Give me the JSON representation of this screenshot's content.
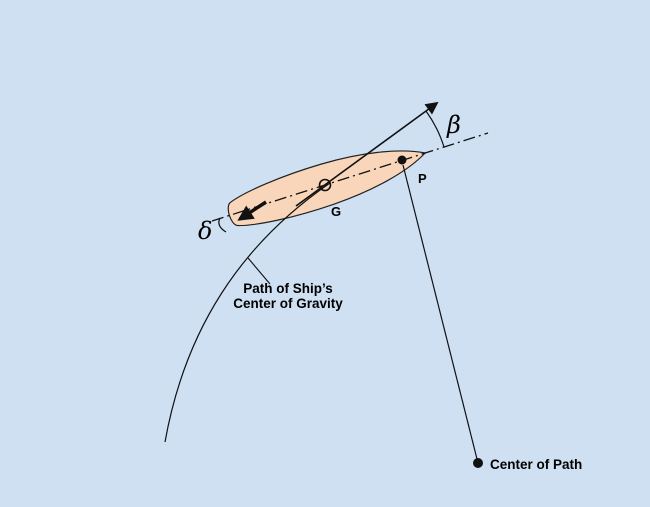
{
  "diagram": {
    "title": "Ship turning geometry diagram",
    "labels": {
      "beta": "β",
      "delta": "δ",
      "gravity": "G",
      "pivot": "P",
      "path_line1": "Path of Ship’s",
      "path_line2": "Center of Gravity",
      "center_of_path": "Center of Path"
    },
    "colors": {
      "background": "#cfe0f3",
      "hull_fill": "#f9d6b9",
      "line": "#111111"
    }
  }
}
